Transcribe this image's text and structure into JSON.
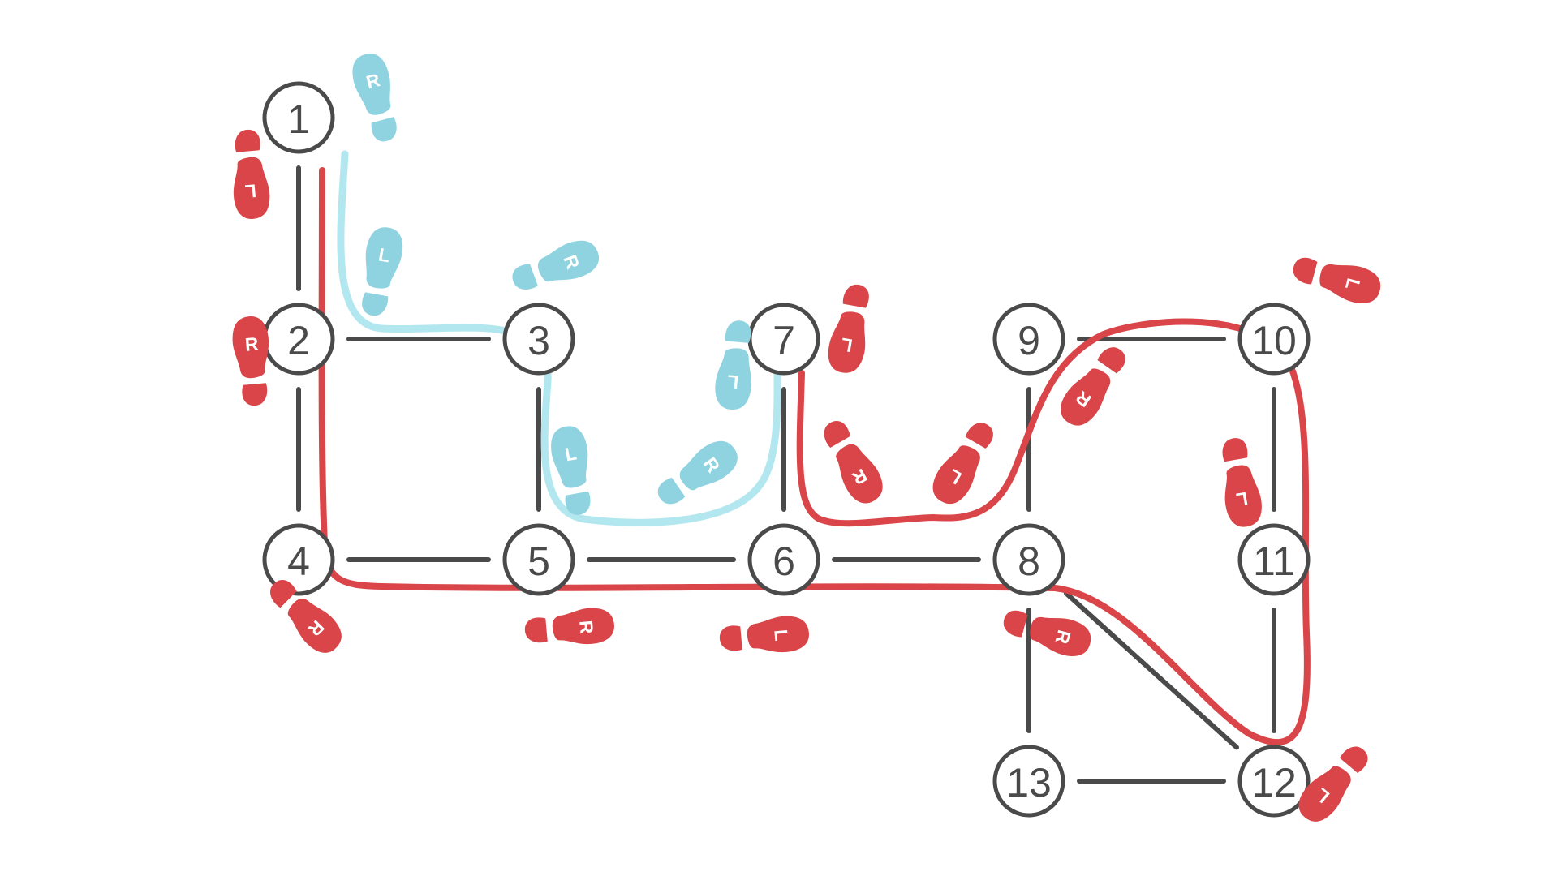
{
  "colors": {
    "node_stroke": "#4a4a4a",
    "edge": "#4a4a4a",
    "blue_path": "#b3e7ef",
    "blue_foot": "#8fd3e0",
    "red_path": "#d94548",
    "red_foot": "#d94548"
  },
  "nodes": [
    {
      "id": "1",
      "label": "1"
    },
    {
      "id": "2",
      "label": "2"
    },
    {
      "id": "3",
      "label": "3"
    },
    {
      "id": "4",
      "label": "4"
    },
    {
      "id": "5",
      "label": "5"
    },
    {
      "id": "6",
      "label": "6"
    },
    {
      "id": "7",
      "label": "7"
    },
    {
      "id": "8",
      "label": "8"
    },
    {
      "id": "9",
      "label": "9"
    },
    {
      "id": "10",
      "label": "10"
    },
    {
      "id": "11",
      "label": "11"
    },
    {
      "id": "12",
      "label": "12"
    },
    {
      "id": "13",
      "label": "13"
    }
  ],
  "edges": [
    [
      "1",
      "2"
    ],
    [
      "2",
      "3"
    ],
    [
      "2",
      "4"
    ],
    [
      "3",
      "5"
    ],
    [
      "4",
      "5"
    ],
    [
      "5",
      "6"
    ],
    [
      "6",
      "7"
    ],
    [
      "6",
      "8"
    ],
    [
      "8",
      "9"
    ],
    [
      "9",
      "10"
    ],
    [
      "10",
      "11"
    ],
    [
      "11",
      "12"
    ],
    [
      "8",
      "12"
    ],
    [
      "8",
      "13"
    ],
    [
      "13",
      "12"
    ]
  ],
  "blue_path_nodes": [
    "1",
    "2",
    "3",
    "5",
    "6",
    "7"
  ],
  "red_path_nodes": [
    "1",
    "2",
    "4",
    "5",
    "6",
    "8",
    "12",
    "11",
    "10",
    "9",
    "8",
    "6",
    "7"
  ],
  "footprints": [
    {
      "color": "blue",
      "letter": "R"
    },
    {
      "color": "blue",
      "letter": "L"
    },
    {
      "color": "blue",
      "letter": "R"
    },
    {
      "color": "blue",
      "letter": "L"
    },
    {
      "color": "blue",
      "letter": "R"
    },
    {
      "color": "blue",
      "letter": "L"
    },
    {
      "color": "red",
      "letter": "L"
    },
    {
      "color": "red",
      "letter": "R"
    },
    {
      "color": "red",
      "letter": "L"
    },
    {
      "color": "red",
      "letter": "R"
    },
    {
      "color": "red",
      "letter": "L"
    },
    {
      "color": "red",
      "letter": "L"
    },
    {
      "color": "red",
      "letter": "R"
    },
    {
      "color": "red",
      "letter": "L"
    },
    {
      "color": "red",
      "letter": "R"
    },
    {
      "color": "red",
      "letter": "R"
    },
    {
      "color": "red",
      "letter": "L"
    },
    {
      "color": "red",
      "letter": "R"
    },
    {
      "color": "red",
      "letter": "L"
    }
  ]
}
